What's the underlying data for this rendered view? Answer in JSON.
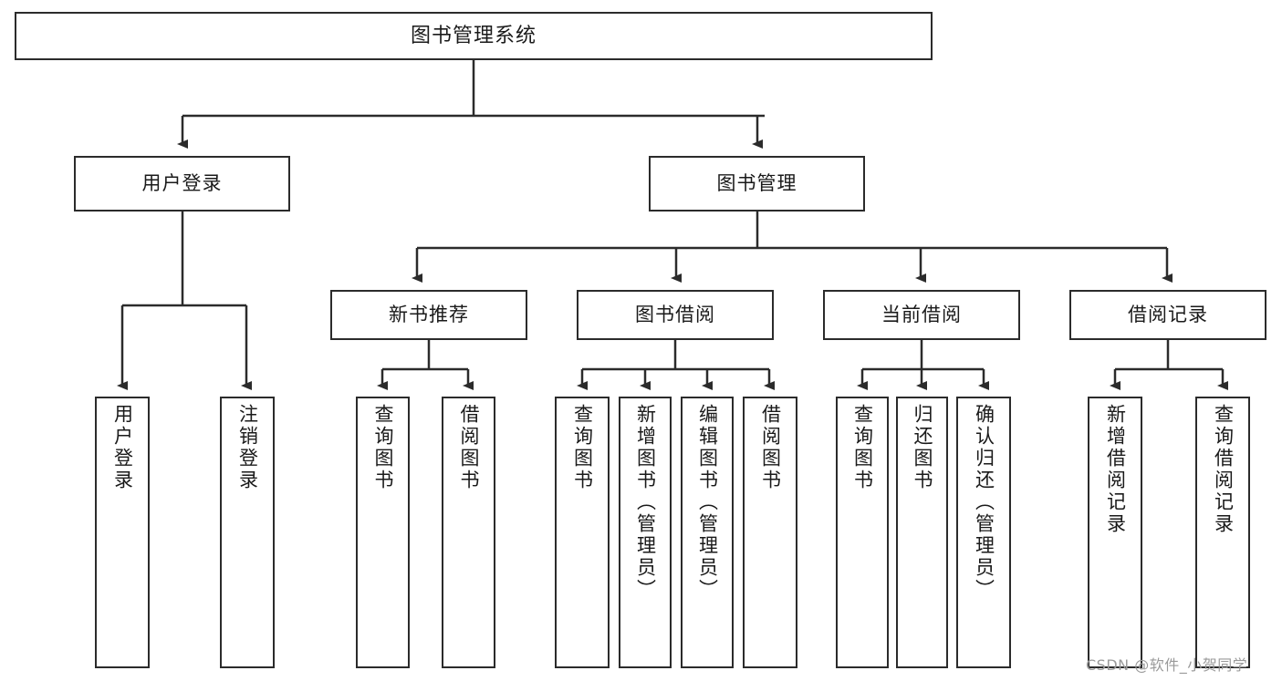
{
  "diagram": {
    "title": "图书管理系统",
    "watermark": "CSDN @软件_小贺同学",
    "line_color": "#2b2b2b",
    "background": "#ffffff",
    "text_color": "#1a1a1a",
    "watermark_color": "#9a9a9a",
    "nodes": {
      "root": "图书管理系统",
      "l2": {
        "user_login": "用户登录",
        "book_manage": "图书管理"
      },
      "l3": {
        "new_book_rec": "新书推荐",
        "book_borrow": "图书借阅",
        "current_borrow": "当前借阅",
        "borrow_record": "借阅记录"
      },
      "leaves": {
        "user_login_1": "用户登录",
        "user_login_2": "注销登录",
        "new_book_rec_1": "查询图书",
        "new_book_rec_2": "借阅图书",
        "book_borrow_1": "查询图书",
        "book_borrow_2": "新增图书（管理员）",
        "book_borrow_3": "编辑图书（管理员）",
        "book_borrow_4": "借阅图书",
        "current_borrow_1": "查询图书",
        "current_borrow_2": "归还图书",
        "current_borrow_3": "确认归还（管理员）",
        "borrow_record_1": "新增借阅记录",
        "borrow_record_2": "查询借阅记录"
      }
    }
  }
}
